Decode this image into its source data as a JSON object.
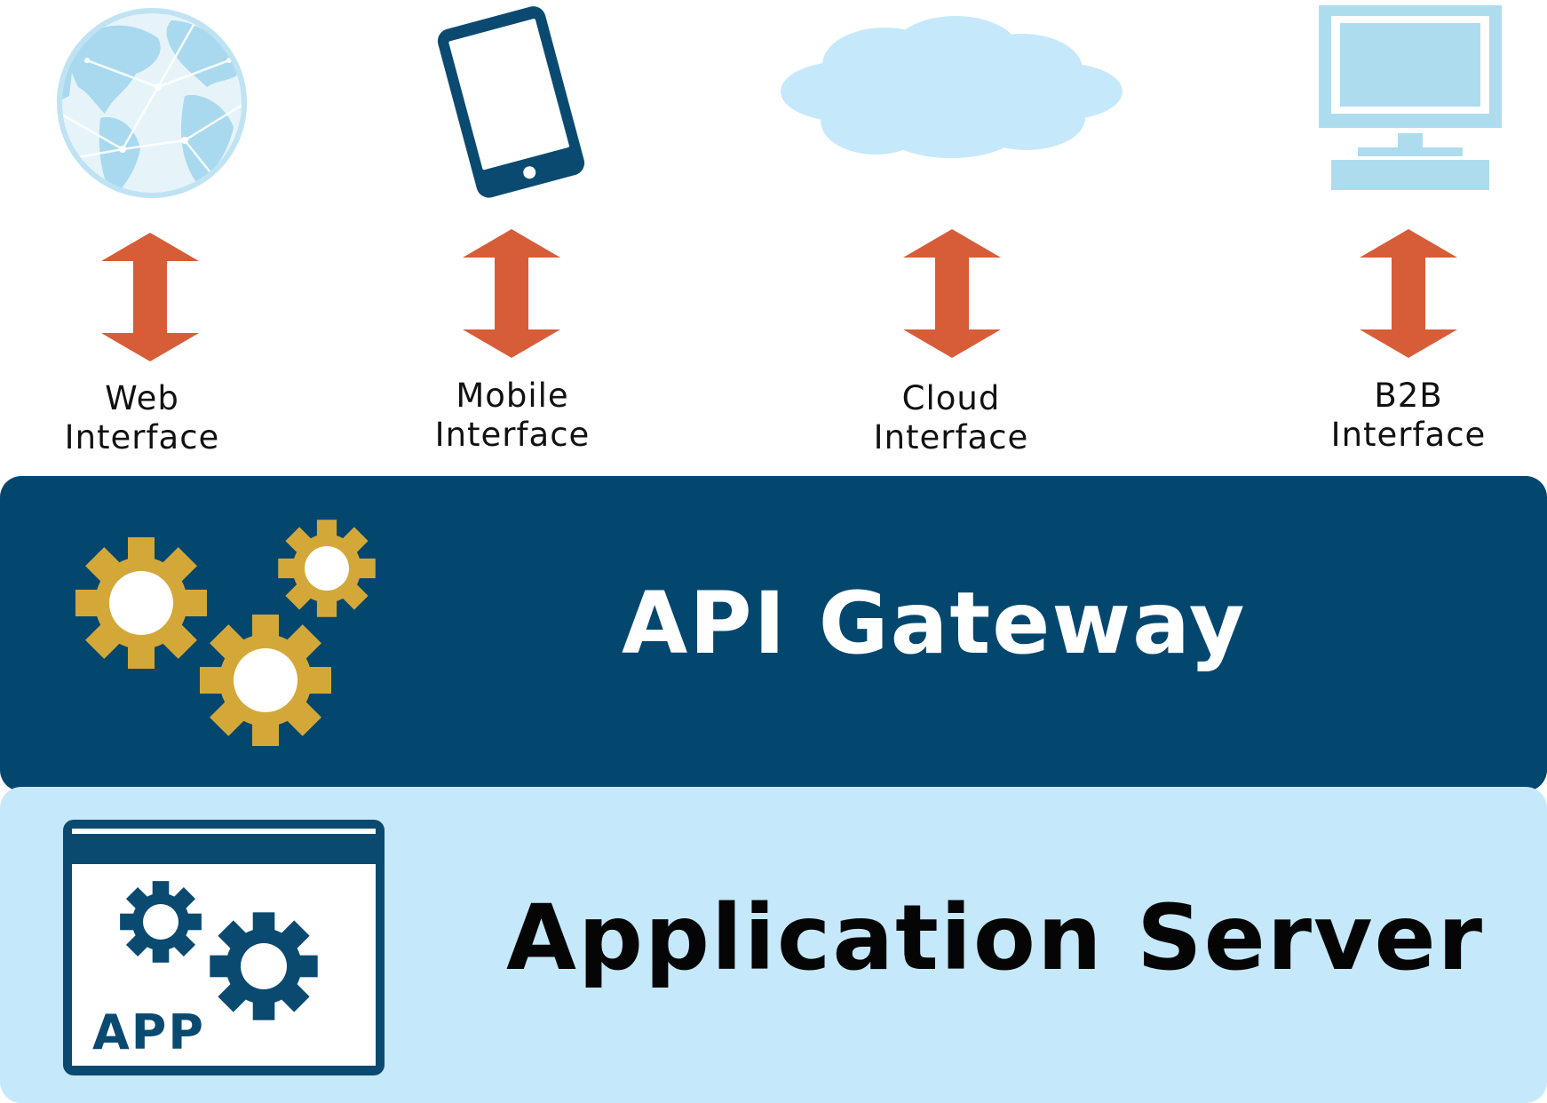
{
  "interfaces": [
    {
      "id": "web",
      "line1": "Web",
      "line2": "Interface",
      "icon": "globe-icon"
    },
    {
      "id": "mobile",
      "line1": "Mobile",
      "line2": "Interface",
      "icon": "mobile-phone-icon"
    },
    {
      "id": "cloud",
      "line1": "Cloud",
      "line2": "Interface",
      "icon": "cloud-icon"
    },
    {
      "id": "b2b",
      "line1": "B2B",
      "line2": "Interface",
      "icon": "desktop-computer-icon"
    }
  ],
  "gateway": {
    "title": "API Gateway",
    "icon": "gears-icon"
  },
  "server": {
    "title": "Application Server",
    "icon": "app-window-icon",
    "app_label": "APP"
  },
  "colors": {
    "arrow": "#d75d38",
    "gateway_band": "#03476f",
    "server_band": "#c6e8fb",
    "gear_gold": "#d4a838",
    "light_blue": "#aedcef",
    "navy": "#0b4a70"
  }
}
